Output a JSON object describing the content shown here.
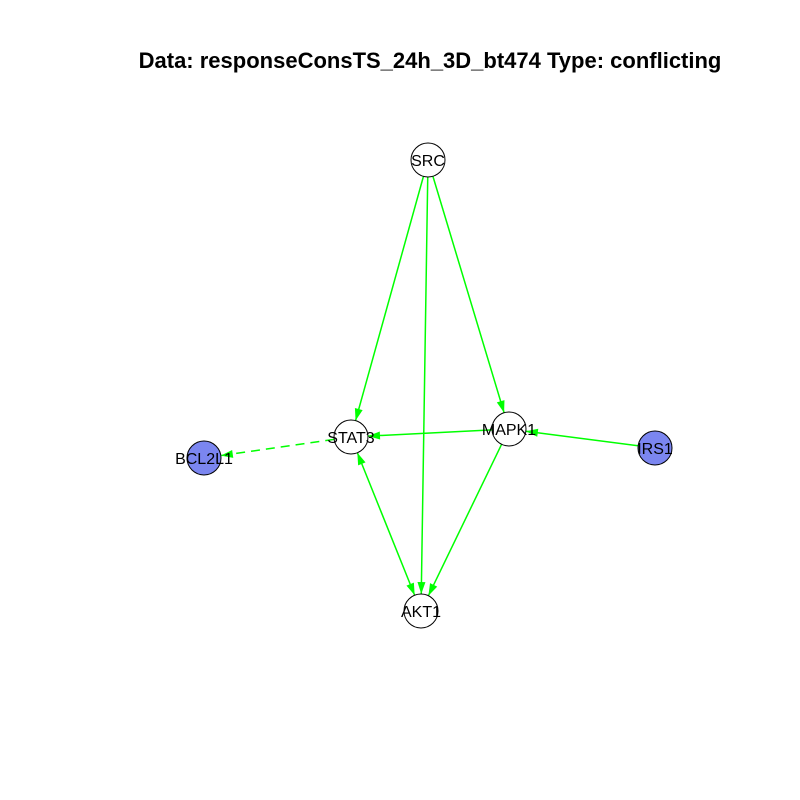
{
  "title": "Data: responseConsTS_24h_3D_bt474 Type: conflicting",
  "colors": {
    "edge": "#00ff00",
    "node_default": "#ffffff",
    "node_highlight": "#7b86f0",
    "node_stroke": "#000000"
  },
  "nodes": [
    {
      "id": "SRC",
      "label": "SRC",
      "fill": "white"
    },
    {
      "id": "STAT3",
      "label": "STAT3",
      "fill": "white"
    },
    {
      "id": "MAPK1",
      "label": "MAPK1",
      "fill": "white"
    },
    {
      "id": "AKT1",
      "label": "AKT1",
      "fill": "white"
    },
    {
      "id": "BCL2L1",
      "label": "BCL2L1",
      "fill": "blue"
    },
    {
      "id": "IRS1",
      "label": "IRS1",
      "fill": "blue"
    }
  ],
  "edges": [
    {
      "from": "SRC",
      "to": "STAT3",
      "style": "solid",
      "arrow": "forward"
    },
    {
      "from": "SRC",
      "to": "AKT1",
      "style": "solid",
      "arrow": "forward"
    },
    {
      "from": "SRC",
      "to": "MAPK1",
      "style": "solid",
      "arrow": "forward"
    },
    {
      "from": "MAPK1",
      "to": "STAT3",
      "style": "solid",
      "arrow": "forward"
    },
    {
      "from": "IRS1",
      "to": "MAPK1",
      "style": "solid",
      "arrow": "forward"
    },
    {
      "from": "MAPK1",
      "to": "AKT1",
      "style": "solid",
      "arrow": "forward"
    },
    {
      "from": "STAT3",
      "to": "AKT1",
      "style": "solid",
      "arrow": "both"
    },
    {
      "from": "STAT3",
      "to": "BCL2L1",
      "style": "dashed",
      "arrow": "forward"
    }
  ]
}
